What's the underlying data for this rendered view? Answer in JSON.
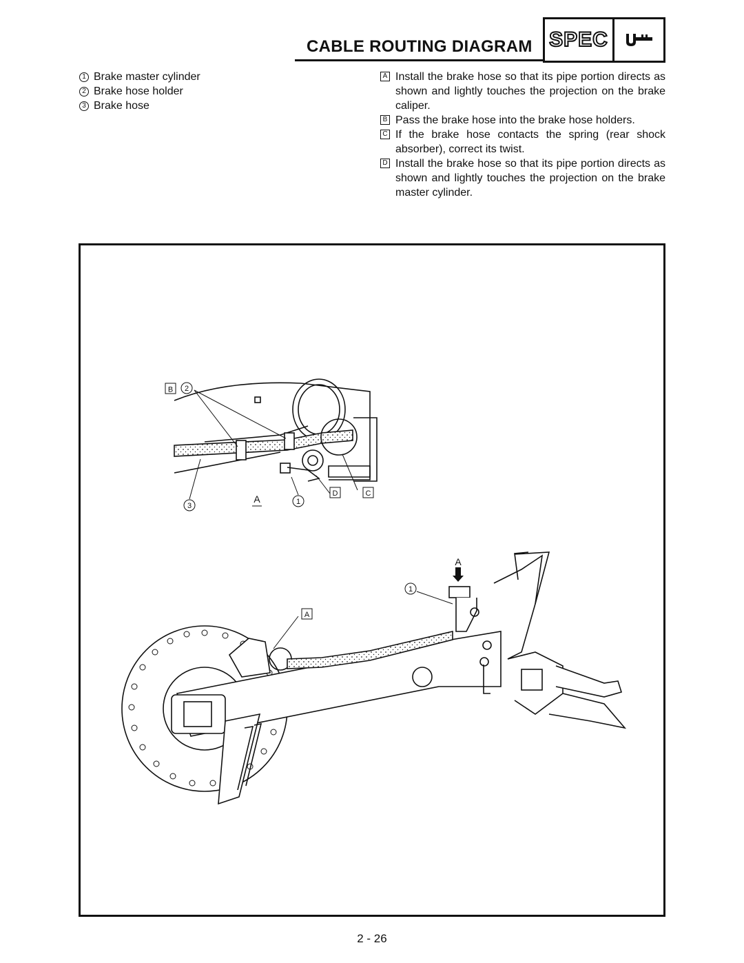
{
  "header": {
    "title": "CABLE ROUTING DIAGRAM",
    "badge": "SPEC",
    "badge_icon": "wrench-icon"
  },
  "legend": [
    {
      "num": "1",
      "text": "Brake master cylinder"
    },
    {
      "num": "2",
      "text": "Brake hose holder"
    },
    {
      "num": "3",
      "text": "Brake hose"
    }
  ],
  "notes": [
    {
      "key": "A",
      "text": "Install the brake hose so that its pipe portion directs as shown and lightly touches the projection on the brake caliper."
    },
    {
      "key": "B",
      "text": "Pass the brake hose into the brake hose holders."
    },
    {
      "key": "C",
      "text": "If the brake hose contacts the spring (rear shock absorber), correct its twist."
    },
    {
      "key": "D",
      "text": "Install the brake hose so that its pipe portion directs as shown and lightly touches the projection on the brake master cylinder."
    }
  ],
  "figure": {
    "callouts_upper": {
      "b": "B",
      "two": "2",
      "three": "3",
      "a": "A",
      "one": "1",
      "d": "D",
      "c": "C"
    },
    "callouts_lower": {
      "arrow_a": "A",
      "one": "1",
      "a_box": "A"
    }
  },
  "footer": {
    "page_number": "2 - 26"
  }
}
